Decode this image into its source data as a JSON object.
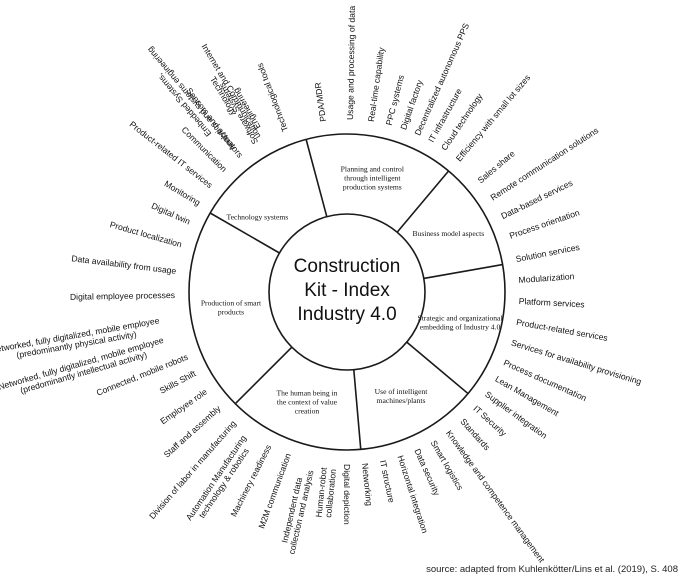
{
  "center": [
    "Construction",
    "Kit - Index",
    "Industry 4.0"
  ],
  "segments": [
    {
      "lines": [
        "Technology systems"
      ]
    },
    {
      "lines": [
        "Planning and control",
        "through intelligent",
        "production systems"
      ]
    },
    {
      "lines": [
        "Business model aspects"
      ]
    },
    {
      "lines": [
        "Strategic and organizational",
        "embedding of Industry 4.0"
      ]
    },
    {
      "lines": [
        "Use of intelligent",
        "machines/plants"
      ]
    },
    {
      "lines": [
        "The human being in",
        "the context of value",
        "creation"
      ]
    },
    {
      "lines": [
        "Production of smart",
        "products"
      ]
    }
  ],
  "outer_labels": [
    {
      "lines": [
        "Embedded Systems,",
        "Analytics and systems engineering"
      ]
    },
    {
      "lines": [
        "Software Systems",
        "Engineering"
      ]
    },
    {
      "lines": [
        "Technological tools"
      ]
    },
    {
      "lines": [
        "PDA/MDR"
      ]
    },
    {
      "lines": [
        "Usage and processing of data"
      ]
    },
    {
      "lines": [
        "Real-time capability"
      ]
    },
    {
      "lines": [
        "PPC systems"
      ]
    },
    {
      "lines": [
        "Digital factory"
      ]
    },
    {
      "lines": [
        "Decentralized autonomous PPS"
      ]
    },
    {
      "lines": [
        "IT infrastructure"
      ]
    },
    {
      "lines": [
        "Cloud technology"
      ]
    },
    {
      "lines": [
        "Efficiency with small lot sizes"
      ]
    },
    {
      "lines": [
        "Sales share"
      ]
    },
    {
      "lines": [
        "Remote communication solutions"
      ]
    },
    {
      "lines": [
        "Data-based services"
      ]
    },
    {
      "lines": [
        "Process orientation"
      ]
    },
    {
      "lines": [
        "Solution services"
      ]
    },
    {
      "lines": [
        "Modularization"
      ]
    },
    {
      "lines": [
        "Platform services"
      ]
    },
    {
      "lines": [
        "Product-related services"
      ]
    },
    {
      "lines": [
        "Services for availability provisioning"
      ]
    },
    {
      "lines": [
        "Process documentation"
      ]
    },
    {
      "lines": [
        "Lean Management"
      ]
    },
    {
      "lines": [
        "Supplier integration"
      ]
    },
    {
      "lines": [
        "IT Security"
      ]
    },
    {
      "lines": [
        "Standards"
      ]
    },
    {
      "lines": [
        "Knowledge and competence management"
      ]
    },
    {
      "lines": [
        "Smart logistics"
      ]
    },
    {
      "lines": [
        "Data security"
      ]
    },
    {
      "lines": [
        "Horizontal integration"
      ]
    },
    {
      "lines": [
        "IT structure"
      ]
    },
    {
      "lines": [
        "Networking"
      ]
    },
    {
      "lines": [
        "Digital depiction"
      ]
    },
    {
      "lines": [
        "Human-robot",
        "collaboration"
      ]
    },
    {
      "lines": [
        "Independent data",
        "collection and analysis"
      ]
    },
    {
      "lines": [
        "M2M communication"
      ]
    },
    {
      "lines": [
        "Machinery readiness"
      ]
    },
    {
      "lines": [
        "Automation Manufacturing",
        "technology & robotics"
      ]
    },
    {
      "lines": [
        "Division of labor in manufacturing"
      ]
    },
    {
      "lines": [
        "Staff and assembly"
      ]
    },
    {
      "lines": [
        "Employee role"
      ]
    },
    {
      "lines": [
        "Skills Shift"
      ]
    },
    {
      "lines": [
        "Connected, mobile robots"
      ]
    },
    {
      "lines": [
        "Networked, fully digitalized, mobile employee",
        "(predominantly intellectual activity)"
      ]
    },
    {
      "lines": [
        "Networked, fully digitalized, mobile employee",
        "(predominantly physical activity)"
      ]
    },
    {
      "lines": [
        "Digital employee processes"
      ]
    },
    {
      "lines": [
        "Data availability from usage"
      ]
    },
    {
      "lines": [
        "Product localization"
      ]
    },
    {
      "lines": [
        "Digital twin"
      ]
    },
    {
      "lines": [
        "Monitoring"
      ]
    },
    {
      "lines": [
        "Product-related IT services"
      ]
    },
    {
      "lines": [
        "Communication"
      ]
    },
    {
      "lines": [
        "Sensors and actuators"
      ]
    },
    {
      "lines": [
        "Internet and Communication",
        "Technology"
      ]
    }
  ],
  "source": "source: adapted from Kuhlenkötter/Lins et al. (2019), S. 408"
}
